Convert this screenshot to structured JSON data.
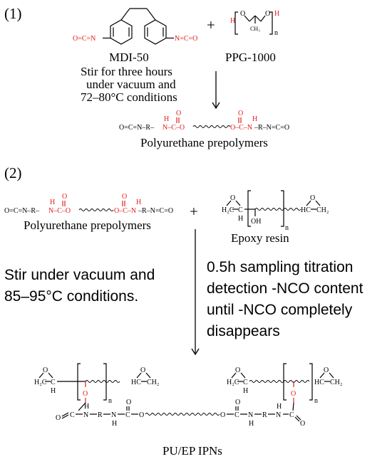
{
  "step1": {
    "number": "(1)",
    "plus": "+",
    "reagent_a": "MDI-50",
    "reagent_b": "PPG-1000",
    "condition_lines": [
      "Stir for three hours",
      "under vacuum and",
      "72–80°C conditions"
    ],
    "product_label": "Polyurethane prepolymers",
    "product_formula": {
      "left": "O=C=N–R–",
      "urethane_n": "N–C–O",
      "right_urethane": "O–C–N",
      "right": "–R–N=C=O"
    }
  },
  "step2": {
    "number": "(2)",
    "plus": "+",
    "reagent_a": "Polyurethane prepolymers",
    "reagent_b": "Epoxy resin",
    "condition_left_lines": [
      "Stir under vacuum and",
      "85–95°C conditions."
    ],
    "condition_right_lines": [
      "0.5h sampling titration",
      "detection -NCO content",
      "until -NCO completely",
      "disappears"
    ],
    "product_label": "PU/EP IPNs"
  },
  "chem_text": {
    "nco": "N=C=O",
    "nco_left": "O=C=N",
    "h": "H",
    "o": "O",
    "oh": "OH",
    "n": "n",
    "ch3": "CH₃",
    "h2c": "H₂C",
    "ch2": "CH₂",
    "hc": "HC",
    "c": "C",
    "r": "R",
    "nh": "N"
  },
  "colors": {
    "highlight": "#e0201e",
    "ink": "#000000"
  }
}
